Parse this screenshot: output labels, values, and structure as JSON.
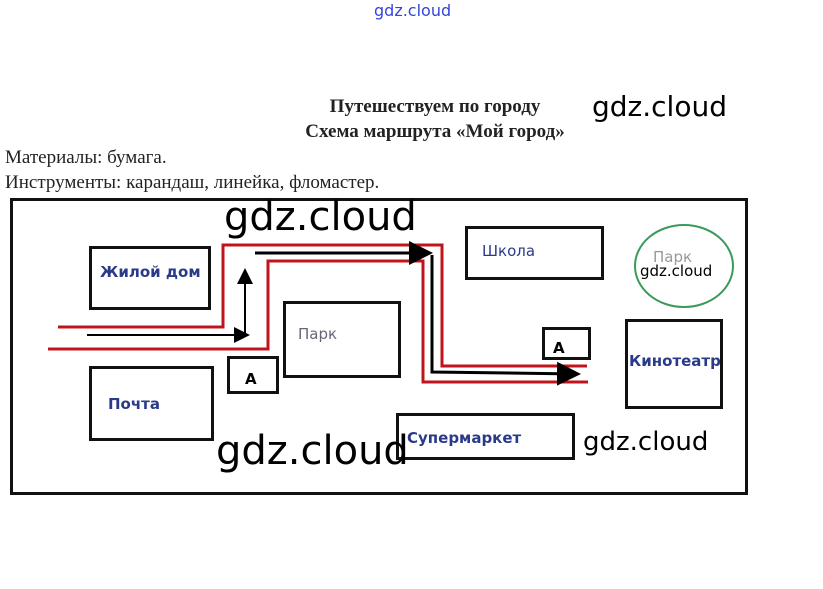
{
  "watermark": "gdz.cloud",
  "title": "Путешествуем по городу",
  "subtitle": "Схема маршрута «Мой город»",
  "materials": "Материалы: бумага.",
  "tools": "Инструменты: карандаш, линейка, фломастер.",
  "map": {
    "home": "Жилой дом",
    "park1": "Парк",
    "post": "Почта",
    "stop1": "А",
    "school": "Школа",
    "park2": "Парк",
    "stop2": "А",
    "cinema": "Кинотеатр",
    "supermarket": "Супермаркет"
  },
  "colors": {
    "route_red": "#c0141c",
    "route_black": "#000000",
    "park_green": "#3a9a5a",
    "label_blue": "#2a3a8a"
  }
}
